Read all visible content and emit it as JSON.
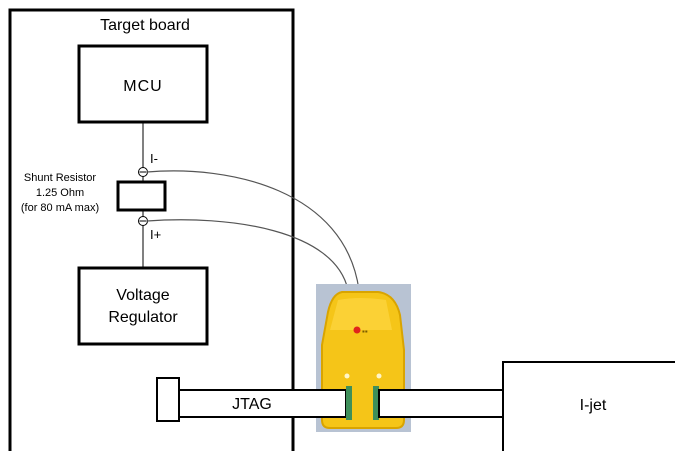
{
  "board": {
    "title": "Target board"
  },
  "mcu": {
    "label": "MCU"
  },
  "shunt": {
    "line1": "Shunt Resistor",
    "line2": "1.25 Ohm",
    "line3": "(for 80 mA max)"
  },
  "terminals": {
    "minus": "I-",
    "plus": "I+"
  },
  "regulator": {
    "line1": "Voltage",
    "line2": "Regulator"
  },
  "cable": {
    "label": "JTAG"
  },
  "ijet": {
    "label": "I-jet"
  },
  "colors": {
    "probe_body": "#f5c518",
    "probe_shadow": "#d9a400",
    "probe_backdrop": "#b8c3d3",
    "cable_green": "#3e8f5a",
    "line": "#000000",
    "wire": "#555555"
  }
}
